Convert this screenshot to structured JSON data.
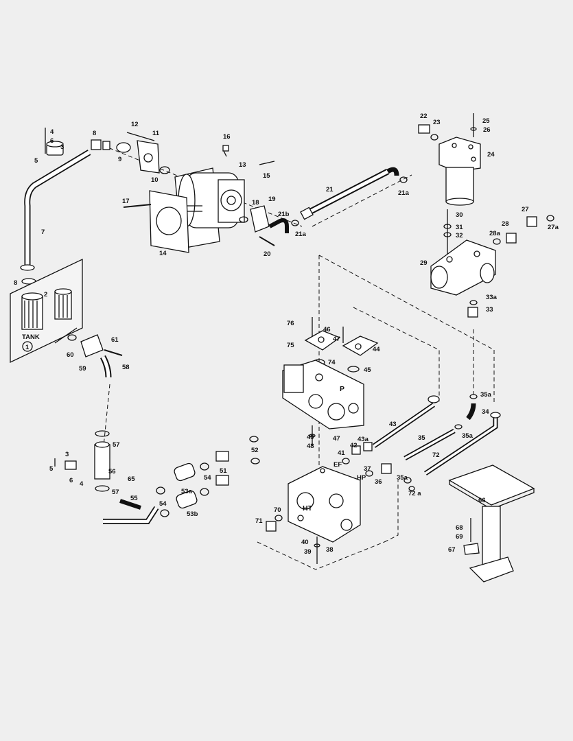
{
  "diagram": {
    "callouts": [
      {
        "id": "c1",
        "text": "4"
      },
      {
        "id": "c2",
        "text": "6"
      },
      {
        "id": "c3",
        "text": "3"
      },
      {
        "id": "c4",
        "text": "5"
      },
      {
        "id": "c5",
        "text": "8"
      },
      {
        "id": "c6",
        "text": "9"
      },
      {
        "id": "c7",
        "text": "12"
      },
      {
        "id": "c8",
        "text": "11"
      },
      {
        "id": "c9",
        "text": "16"
      },
      {
        "id": "c10",
        "text": "13"
      },
      {
        "id": "c11",
        "text": "15"
      },
      {
        "id": "c12",
        "text": "10"
      },
      {
        "id": "c13",
        "text": "17"
      },
      {
        "id": "c14",
        "text": "14"
      },
      {
        "id": "c15",
        "text": "18"
      },
      {
        "id": "c16",
        "text": "19"
      },
      {
        "id": "c17",
        "text": "21b"
      },
      {
        "id": "c18",
        "text": "21a"
      },
      {
        "id": "c19",
        "text": "20"
      },
      {
        "id": "c20",
        "text": "21"
      },
      {
        "id": "c21",
        "text": "21a"
      },
      {
        "id": "c22",
        "text": "22"
      },
      {
        "id": "c23",
        "text": "23"
      },
      {
        "id": "c24",
        "text": "25"
      },
      {
        "id": "c25",
        "text": "26"
      },
      {
        "id": "c26",
        "text": "24"
      },
      {
        "id": "c27",
        "text": "7"
      },
      {
        "id": "c28",
        "text": "8"
      },
      {
        "id": "c29",
        "text": "2"
      },
      {
        "id": "c30",
        "text": "30"
      },
      {
        "id": "c31",
        "text": "31"
      },
      {
        "id": "c32",
        "text": "32"
      },
      {
        "id": "c33",
        "text": "27"
      },
      {
        "id": "c34",
        "text": "28"
      },
      {
        "id": "c35",
        "text": "28a"
      },
      {
        "id": "c36",
        "text": "27a"
      },
      {
        "id": "c37",
        "text": "29"
      },
      {
        "id": "c38",
        "text": "33a"
      },
      {
        "id": "c39",
        "text": "33"
      },
      {
        "id": "c40",
        "text": "76"
      },
      {
        "id": "c41",
        "text": "46"
      },
      {
        "id": "c42",
        "text": "47"
      },
      {
        "id": "c43",
        "text": "75"
      },
      {
        "id": "c44",
        "text": "44"
      },
      {
        "id": "c45",
        "text": "74"
      },
      {
        "id": "c46",
        "text": "45"
      },
      {
        "id": "c47",
        "text": "61"
      },
      {
        "id": "c48",
        "text": "60"
      },
      {
        "id": "c49",
        "text": "59"
      },
      {
        "id": "c50",
        "text": "58"
      },
      {
        "id": "c51",
        "text": "35a"
      },
      {
        "id": "c52",
        "text": "34"
      },
      {
        "id": "c53",
        "text": "35a"
      },
      {
        "id": "c54",
        "text": "43"
      },
      {
        "id": "c55",
        "text": "35"
      },
      {
        "id": "c56",
        "text": "43a"
      },
      {
        "id": "c57",
        "text": "42"
      },
      {
        "id": "c58",
        "text": "41"
      },
      {
        "id": "c59",
        "text": "EF"
      },
      {
        "id": "c60",
        "text": "37"
      },
      {
        "id": "c61",
        "text": "HP"
      },
      {
        "id": "c62",
        "text": "36"
      },
      {
        "id": "c63",
        "text": "35a"
      },
      {
        "id": "c64",
        "text": "72"
      },
      {
        "id": "c65",
        "text": "72 a"
      },
      {
        "id": "c66",
        "text": "49"
      },
      {
        "id": "c67",
        "text": "48"
      },
      {
        "id": "c68",
        "text": "47"
      },
      {
        "id": "c69",
        "text": "57"
      },
      {
        "id": "c70",
        "text": "3"
      },
      {
        "id": "c71",
        "text": "5"
      },
      {
        "id": "c72",
        "text": "56"
      },
      {
        "id": "c73",
        "text": "6"
      },
      {
        "id": "c74",
        "text": "4"
      },
      {
        "id": "c75",
        "text": "57"
      },
      {
        "id": "c76",
        "text": "65"
      },
      {
        "id": "c77",
        "text": "55"
      },
      {
        "id": "c78",
        "text": "54"
      },
      {
        "id": "c79",
        "text": "54"
      },
      {
        "id": "c80",
        "text": "53a"
      },
      {
        "id": "c81",
        "text": "53b"
      },
      {
        "id": "c82",
        "text": "51"
      },
      {
        "id": "c83",
        "text": "52"
      },
      {
        "id": "c84",
        "text": "66"
      },
      {
        "id": "c85",
        "text": "70"
      },
      {
        "id": "c86",
        "text": "71"
      },
      {
        "id": "c87",
        "text": "40"
      },
      {
        "id": "c88",
        "text": "39"
      },
      {
        "id": "c89",
        "text": "38"
      },
      {
        "id": "c90",
        "text": "68"
      },
      {
        "id": "c91",
        "text": "69"
      },
      {
        "id": "c92",
        "text": "67"
      }
    ],
    "tank": {
      "label": "TANK",
      "number": "1"
    },
    "valve_marks": {
      "p": "P",
      "ht": "HT"
    }
  }
}
